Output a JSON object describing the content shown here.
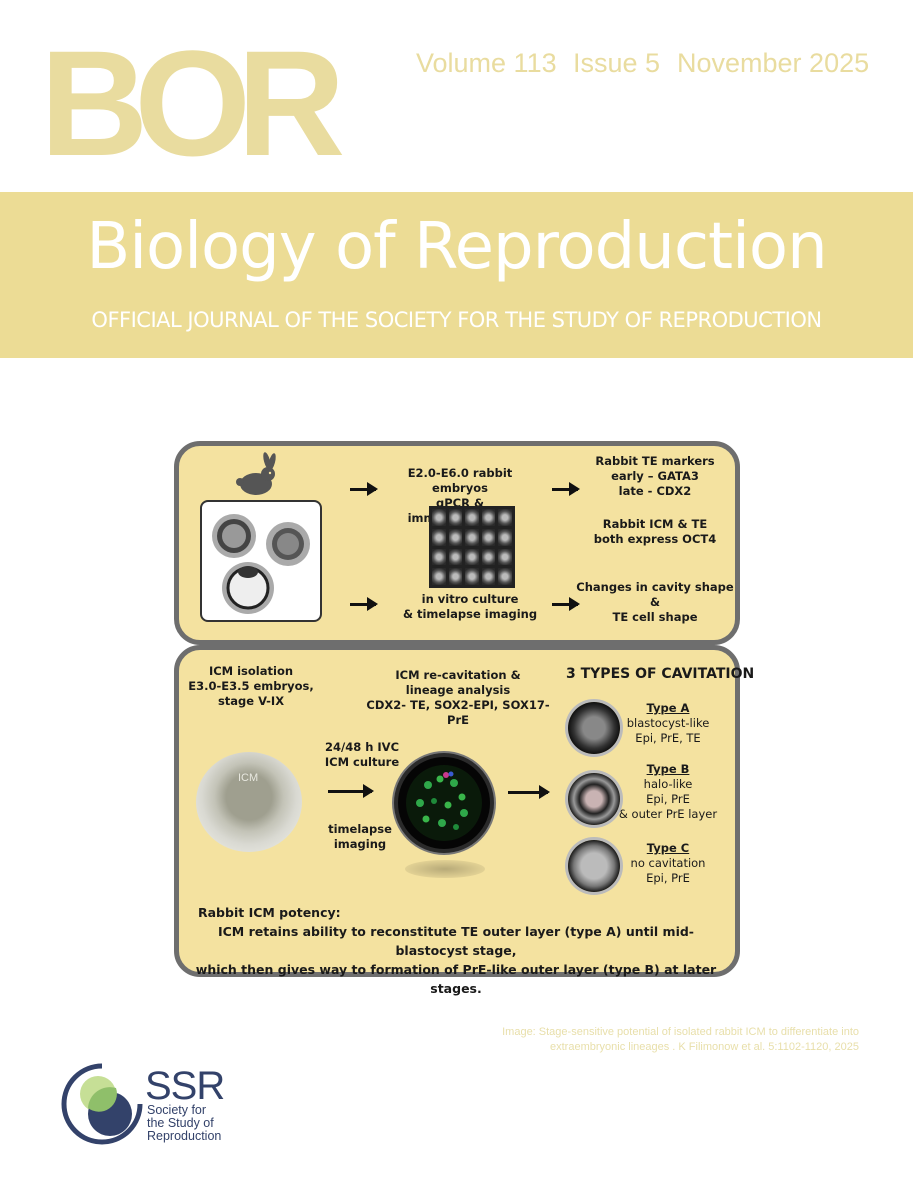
{
  "masthead": {
    "logo": "BOR",
    "volume": "Volume 113",
    "issue": "Issue 5",
    "date": "November 2025"
  },
  "banner": {
    "title": "Biology of Reproduction",
    "subtitle": "OFFICIAL JOURNAL OF THE SOCIETY FOR THE STUDY OF REPRODUCTION"
  },
  "figure": {
    "top_panel": {
      "step1": "E2.0-E6.0 rabbit embryos\nqPCR & immunostaining",
      "markers": "Rabbit TE markers\nearly – GATA3\nlate - CDX2",
      "oct4": "Rabbit ICM & TE\nboth express OCT4",
      "step2": "in vitro culture\n& timelapse imaging",
      "changes": "Changes in cavity shape\n&\nTE cell shape"
    },
    "bottom_panel": {
      "isolation": "ICM isolation\nE3.0-E3.5 embryos,\nstage V-IX",
      "recavitation": "ICM re-cavitation &\nlineage analysis\nCDX2- TE, SOX2-EPI, SOX17- PrE",
      "types_heading": "3 TYPES OF CAVITATION",
      "culture": "24/48 h IVC\nICM culture",
      "timelapse": "timelapse\nimaging",
      "icm_label": "ICM",
      "type_a_title": "Type A",
      "type_a_desc": "blastocyst-like\nEpi, PrE, TE",
      "type_b_title": "Type B",
      "type_b_desc": "halo-like\nEpi, PrE\n& outer PrE layer",
      "type_c_title": "Type C",
      "type_c_desc": "no cavitation\nEpi, PrE",
      "potency_heading": "Rabbit ICM potency:",
      "potency_text": "ICM retains ability to reconstitute TE outer layer (type A) until mid-blastocyst stage,\nwhich then gives way to formation of PrE-like outer layer (type B) at later stages."
    }
  },
  "caption": "Image: Stage-sensitive potential of isolated rabbit ICM to differentiate into\nextraembryonic lineages . K Filimonow et al. 5:1102-1120, 2025",
  "society": {
    "abbr": "SSR",
    "name": "Society for\nthe Study of\nReproduction"
  },
  "colors": {
    "gold": "#ecdc95",
    "panel": "#f4e2a0",
    "navy": "#33426a",
    "green": "#b9d88a"
  }
}
